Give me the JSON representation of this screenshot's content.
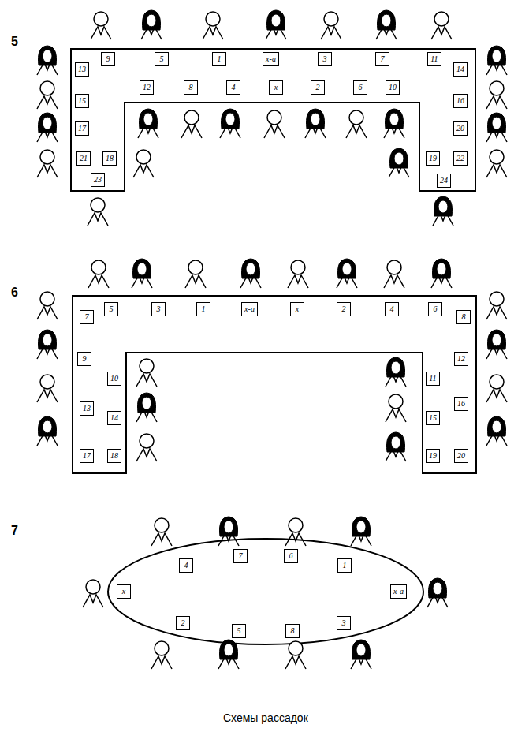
{
  "diagram": {
    "caption": "Схемы рассадок",
    "nodes": [
      {
        "text": [
          "13"
        ]
      },
      {
        "text": [
          "9"
        ]
      },
      {
        "text": [
          "5"
        ]
      },
      {
        "text": [
          "1"
        ]
      },
      {
        "text": [
          "х-а"
        ]
      },
      {
        "text": [
          "3"
        ]
      },
      {
        "text": [
          "7"
        ]
      },
      {
        "text": [
          "11"
        ]
      },
      {
        "text": [
          "14"
        ]
      },
      {
        "text": [
          "12"
        ]
      },
      {
        "text": [
          "8"
        ]
      },
      {
        "text": [
          "4"
        ]
      },
      {
        "text": [
          "х"
        ]
      },
      {
        "text": [
          "2"
        ]
      },
      {
        "text": [
          "6"
        ]
      },
      {
        "text": [
          "10"
        ]
      },
      {
        "text": [
          "15"
        ]
      },
      {
        "text": [
          "16"
        ]
      },
      {
        "text": [
          "17"
        ]
      },
      {
        "text": [
          "20"
        ]
      },
      {
        "text": [
          "21"
        ]
      },
      {
        "text": [
          "18"
        ]
      },
      {
        "text": [
          "19"
        ]
      },
      {
        "text": [
          "22"
        ]
      },
      {
        "text": [
          "23"
        ]
      },
      {
        "text": [
          "24"
        ]
      },
      {
        "text": [
          "7"
        ]
      },
      {
        "text": [
          "5"
        ]
      },
      {
        "text": [
          "3"
        ]
      },
      {
        "text": [
          "1"
        ]
      },
      {
        "text": [
          "х-а"
        ]
      },
      {
        "text": [
          "х"
        ]
      },
      {
        "text": [
          "2"
        ]
      },
      {
        "text": [
          "4"
        ]
      },
      {
        "text": [
          "6"
        ]
      },
      {
        "text": [
          "8"
        ]
      },
      {
        "text": [
          "9"
        ]
      },
      {
        "text": [
          "12"
        ]
      },
      {
        "text": [
          "10"
        ]
      },
      {
        "text": [
          "11"
        ]
      },
      {
        "text": [
          "13"
        ]
      },
      {
        "text": [
          "16"
        ]
      },
      {
        "text": [
          "14"
        ]
      },
      {
        "text": [
          "15"
        ]
      },
      {
        "text": [
          "17"
        ]
      },
      {
        "text": [
          "18"
        ]
      },
      {
        "text": [
          "19"
        ]
      },
      {
        "text": [
          "20"
        ]
      },
      {
        "text": [
          "4"
        ]
      },
      {
        "text": [
          "7"
        ]
      },
      {
        "text": [
          "6"
        ]
      },
      {
        "text": [
          "1"
        ]
      },
      {
        "text": [
          "х"
        ]
      },
      {
        "text": [
          "х-а"
        ]
      },
      {
        "text": [
          "2"
        ]
      },
      {
        "text": [
          "5"
        ]
      },
      {
        "text": [
          "8"
        ]
      },
      {
        "text": [
          "3"
        ]
      }
    ],
    "labels": [
      "5",
      "6",
      "7"
    ]
  }
}
